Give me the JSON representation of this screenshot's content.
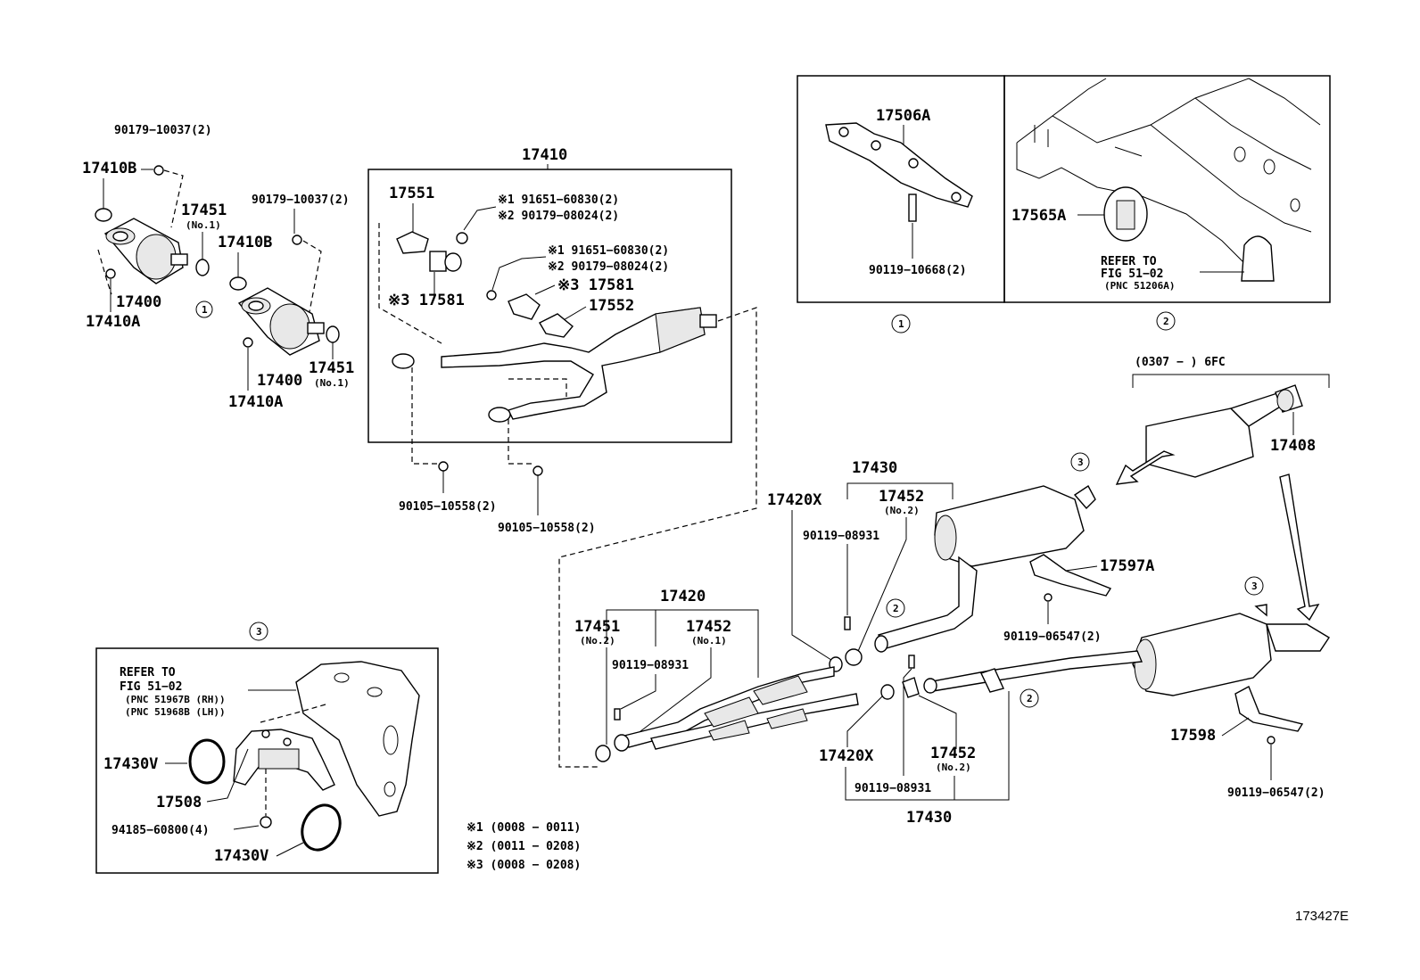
{
  "labels": {
    "p90179_10037_a": "90179−10037(2)",
    "p17410B_a": "17410B",
    "p17451_a": "17451",
    "p17451_a_sub": "(No.1)",
    "p90179_10037_b": "90179−10037(2)",
    "p17410B_b": "17410B",
    "p17400_a": "17400",
    "p17410A_a": "17410A",
    "circle1_left": "1",
    "p17400_b": "17400",
    "p17451_b": "17451",
    "p17451_b_sub": "(No.1)",
    "p17410A_b": "17410A",
    "p17410": "17410",
    "p17551": "17551",
    "note1_a": "※1 91651−60830(2)",
    "note2_a": "※2 90179−08024(2)",
    "note1_b": "※1 91651−60830(2)",
    "note2_b": "※2 90179−08024(2)",
    "p17581_a": "※3 17581",
    "p17581_b": "※3 17581",
    "p17552": "17552",
    "p90105_a": "90105−10558(2)",
    "p90105_b": "90105−10558(2)",
    "p17506A": "17506A",
    "p90119_10668": "90119−10668(2)",
    "circle1_box": "1",
    "p17565A": "17565A",
    "refer_box2_l1": "REFER TO",
    "refer_box2_l2": "FIG 51−02",
    "refer_box2_l3": "(PNC 51206A)",
    "circle2_box": "2",
    "range_0307": "(0307 −        ) 6FC",
    "p17408": "17408",
    "circle3_a": "3",
    "p17430_top": "17430",
    "p17420X_top": "17420X",
    "p17452_top": "17452",
    "p17452_top_sub": "(No.2)",
    "p90119_08931_top": "90119−08931",
    "p17597A": "17597A",
    "circle2_a": "2",
    "p90119_06547_a": "90119−06547(2)",
    "circle3_b": "3",
    "p17420": "17420",
    "p17451_c": "17451",
    "p17451_c_sub": "(No.2)",
    "p17452_c": "17452",
    "p17452_c_sub": "(No.1)",
    "p90119_08931_mid": "90119−08931",
    "circle2_b": "2",
    "p17598": "17598",
    "p90119_06547_b": "90119−06547(2)",
    "p17420X_bot": "17420X",
    "p17452_bot": "17452",
    "p17452_bot_sub": "(No.2)",
    "p90119_08931_bot": "90119−08931",
    "p17430_bot": "17430",
    "circle3_box": "3",
    "refer_box3_l1": "REFER TO",
    "refer_box3_l2": "FIG 51−02",
    "refer_box3_l3": "(PNC 51967B (RH))",
    "refer_box3_l4": "(PNC 51968B (LH))",
    "p17430V_a": "17430V",
    "p17508": "17508",
    "p94185": "94185−60800(4)",
    "p17430V_b": "17430V",
    "legend1": "※1 (0008 − 0011)",
    "legend2": "※2 (0011 − 0208)",
    "legend3": "※3 (0008 − 0208)",
    "figure_id": "173427E"
  }
}
